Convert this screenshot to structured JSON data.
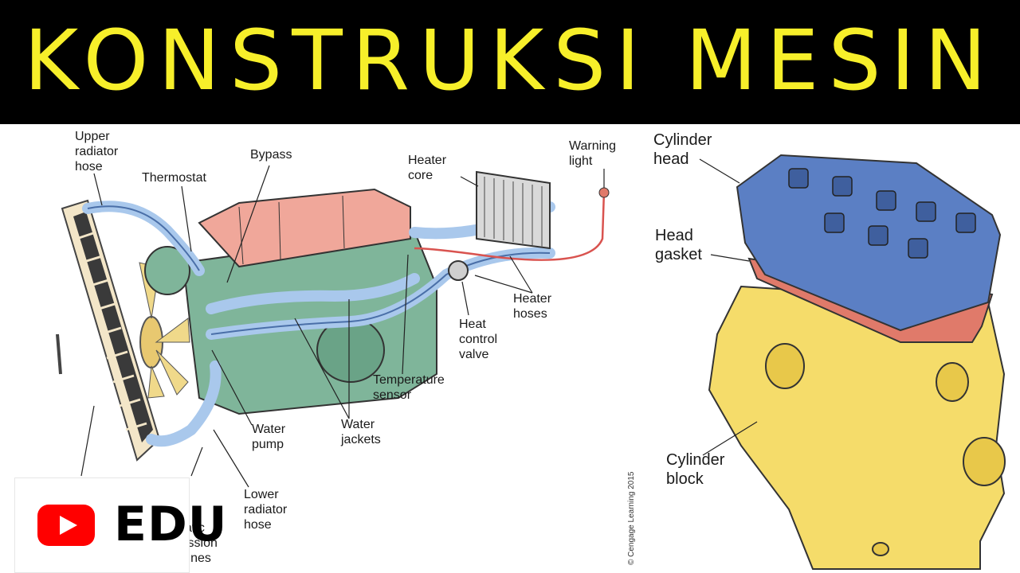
{
  "header": {
    "title": "KONSTRUKSI MESIN"
  },
  "colors": {
    "title_bg": "#000000",
    "title_text": "#f7ef2a",
    "cylinder_head": "#5b7fc4",
    "head_gasket": "#e07a6a",
    "cylinder_block": "#f5dc6a",
    "engine_body": "#7fb59a",
    "valve_cover": "#f0a79a",
    "coolant": "#a9c8ec",
    "youtube_red": "#ff0000"
  },
  "cooling_diagram": {
    "labels": {
      "upper_radiator_hose": "Upper\nradiator\nhose",
      "thermostat": "Thermostat",
      "bypass": "Bypass",
      "heater_core": "Heater\ncore",
      "warning_light": "Warning\nlight",
      "heater_hoses": "Heater\nhoses",
      "heat_control_valve": "Heat\ncontrol\nvalve",
      "temperature_sensor": "Temperature\nsensor",
      "water_pump": "Water\npump",
      "water_jackets": "Water\njackets",
      "lower_radiator_hose": "Lower\nradiator\nhose",
      "transmission_lines": "atic\nission\nlines"
    }
  },
  "engine_diagram": {
    "labels": {
      "cylinder_head": "Cylinder\nhead",
      "head_gasket": "Head\ngasket",
      "cylinder_block": "Cylinder\nblock"
    },
    "copyright": "© Cengage Learning 2015"
  },
  "badge": {
    "icon": "youtube-play-icon",
    "label": "EDU"
  }
}
